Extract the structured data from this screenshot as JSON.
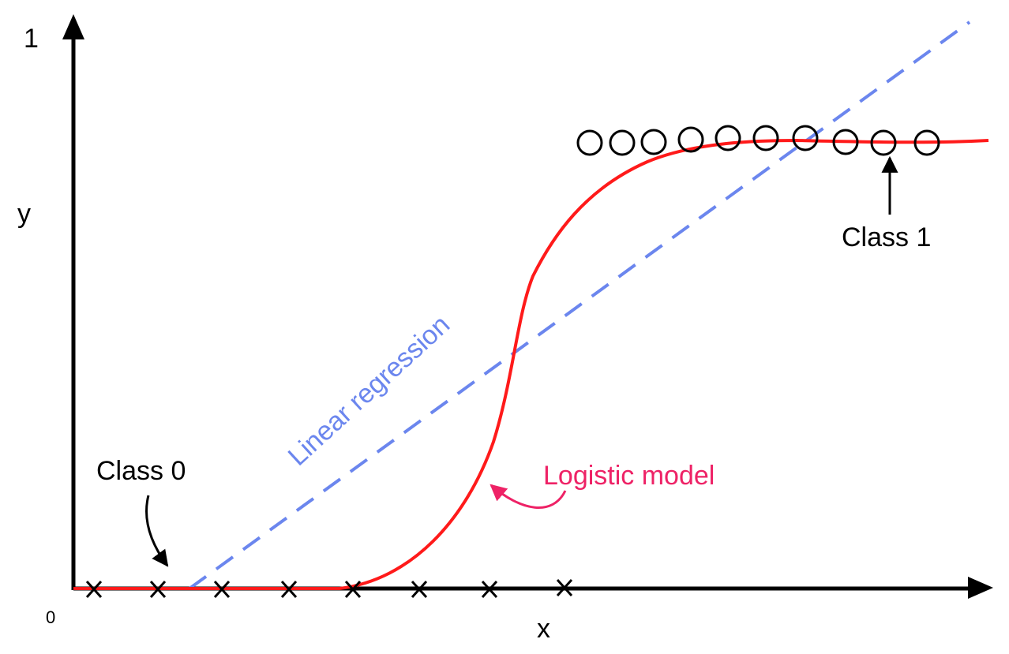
{
  "axes": {
    "y_label": "y",
    "x_label": "x",
    "y_top_tick": "1",
    "origin_tick": "0"
  },
  "labels": {
    "linear_regression": "Linear regression",
    "logistic_model": "Logistic model",
    "class_0": "Class 0",
    "class_1": "Class 1"
  },
  "colors": {
    "axis": "#000000",
    "logistic_curve": "#ff1a1a",
    "linear_line": "#6b86ee",
    "logistic_label": "#ee2266",
    "markers": "#000000"
  },
  "markers": {
    "class_0_symbol": "cross",
    "class_0_count": 8,
    "class_1_symbol": "circle",
    "class_1_count": 10
  }
}
